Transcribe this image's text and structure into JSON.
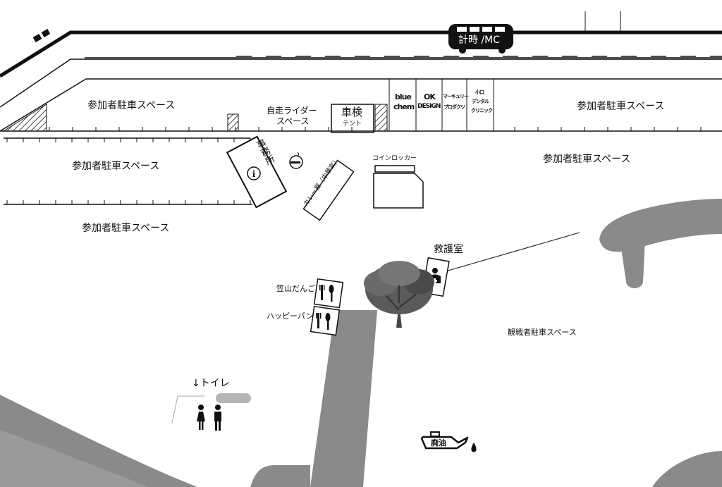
{
  "labels": {
    "timing_mc": "計時 /MC",
    "parking_participants": "参加者駐車スペース",
    "self_rider_space_line1": "自走ライダー",
    "self_rider_space_line2": "スペース",
    "inspection_line1": "車検",
    "inspection_line2": "テント",
    "office": "事務所",
    "coin_locker": "コインロッカー",
    "curry_shop": "カレー屋（中華家）",
    "first_aid": "救護室",
    "kasayama_dango": "笠山だんご",
    "happy_pan": "ハッピーパン",
    "spectator_parking": "観戦者駐車スペース",
    "toilet": "↓トイレ",
    "waste_oil": "廃油"
  },
  "booths": [
    {
      "name": "blue chem",
      "line1": "blue",
      "line2": "chem"
    },
    {
      "name": "OK DESIGN",
      "line1": "OK",
      "line2": "DESIGN"
    },
    {
      "name": "マーキュリー プロダクツ",
      "line1": "マーキュリー",
      "line2": "プロダクツ"
    },
    {
      "name": "小口 デンタル クリニック",
      "line1": "小口",
      "line2": "デンタル",
      "line3": "クリニック"
    }
  ],
  "icons": [
    "bus-icon",
    "info-icon",
    "smoking-area-icon",
    "first-aid-icon",
    "cutlery-icon",
    "toilet-icon",
    "oil-can-icon",
    "tree-icon"
  ],
  "colors": {
    "road": "#8a8a8a",
    "line": "#1a1a1a",
    "background": "#ffffff"
  }
}
